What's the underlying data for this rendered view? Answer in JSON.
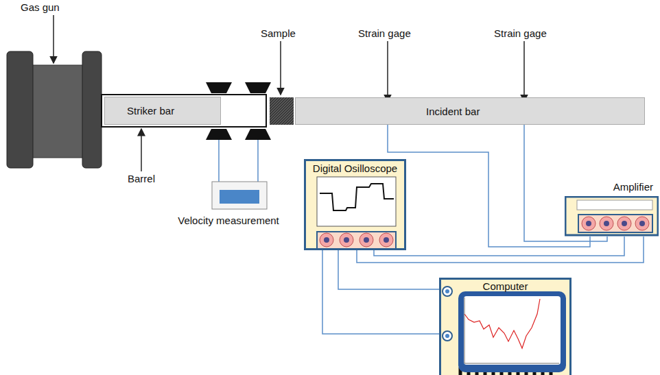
{
  "diagram": {
    "nodes": [
      {
        "text": [
          "Striker bar"
        ]
      },
      {
        "text": [
          "Incident bar"
        ]
      },
      {
        "text": [
          "Velocity measurement"
        ]
      },
      {
        "text": [
          "Digital Osilloscope"
        ]
      },
      {
        "text": [
          "Amplifier"
        ]
      },
      {
        "text": [
          "Computer"
        ]
      }
    ],
    "edges": [
      {
        "from": 3,
        "to": 4,
        "arrow": "none"
      },
      {
        "from": 3,
        "to": 4,
        "arrow": "none"
      },
      {
        "from": 3,
        "to": 5,
        "arrow": "none"
      },
      {
        "from": 3,
        "to": 5,
        "arrow": "none"
      }
    ],
    "labels": [
      "Gas gun",
      "Barrel",
      "Sample",
      "Strain gage",
      "Strain gage"
    ]
  }
}
